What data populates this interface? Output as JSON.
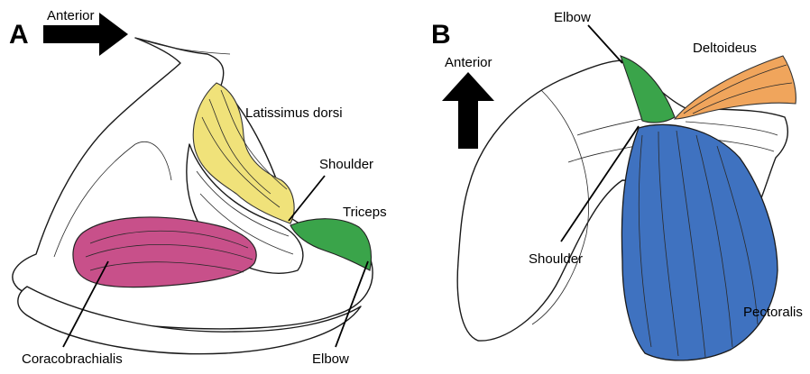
{
  "colors": {
    "latissimus_dorsi": "#f0e27a",
    "coracobrachialis": "#c8508a",
    "triceps": "#3aa44a",
    "deltoideus": "#f0a55c",
    "pectoralis": "#3f72c0"
  },
  "panel_a": {
    "letter": "A",
    "arrow_label": "Anterior",
    "labels": {
      "latissimus_dorsi": "Latissimus dorsi",
      "shoulder": "Shoulder",
      "triceps": "Triceps",
      "coracobrachialis": "Coracobrachialis",
      "elbow": "Elbow"
    }
  },
  "panel_b": {
    "letter": "B",
    "arrow_label": "Anterior",
    "labels": {
      "elbow": "Elbow",
      "deltoideus": "Deltoideus",
      "shoulder": "Shoulder",
      "pectoralis": "Pectoralis"
    }
  }
}
